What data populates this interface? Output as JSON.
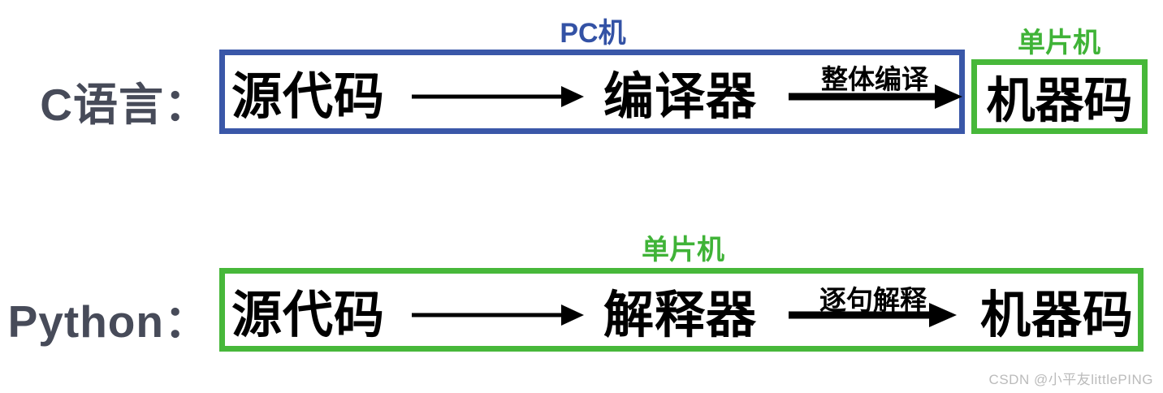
{
  "diagram": {
    "rows": [
      {
        "language": "C语言：",
        "platform_label": "PC机",
        "source": "源代码",
        "processor": "编译器",
        "process_arrow_label": "整体编译",
        "output": "机器码",
        "output_platform_label": "单片机"
      },
      {
        "language": "Python：",
        "platform_label": "单片机",
        "source": "源代码",
        "processor": "解释器",
        "process_arrow_label": "逐句解释",
        "output": "机器码"
      }
    ],
    "watermark": "CSDN @小平友littlePING",
    "colors": {
      "pc_box_blue": "#3A57A8",
      "mcu_box_green": "#47B83A",
      "language_label_slate": "#474B59",
      "node_text_black": "#000000",
      "watermark_gray": "#BBBBBB"
    }
  }
}
